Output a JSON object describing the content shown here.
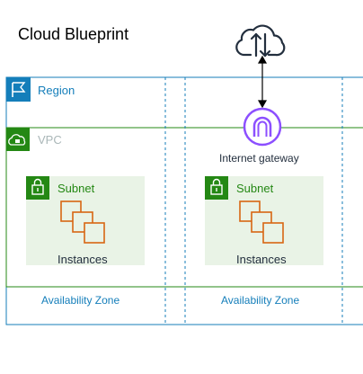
{
  "title": "Cloud Blueprint",
  "region": {
    "label": "Region"
  },
  "vpc": {
    "label": "VPC"
  },
  "internet_gateway": {
    "label": "Internet gateway"
  },
  "subnets": [
    {
      "label": "Subnet",
      "instances_label": "Instances"
    },
    {
      "label": "Subnet",
      "instances_label": "Instances"
    }
  ],
  "availability_zones": [
    {
      "label": "Availability Zone"
    },
    {
      "label": "Availability Zone"
    }
  ],
  "colors": {
    "region": "#147eba",
    "vpc": "#248814",
    "subnet_fill": "#e9f3e6",
    "subnet_text": "#248814",
    "instance": "#d86613",
    "gateway": "#8c4fff",
    "az_dash": "#147eba",
    "text": "#232f3e",
    "vpc_label": "#aab7b8"
  },
  "icons": [
    "cloud-upload-download-icon",
    "region-flag-icon",
    "vpc-cloud-lock-icon",
    "internet-gateway-icon",
    "subnet-lock-icon",
    "instances-icon"
  ]
}
